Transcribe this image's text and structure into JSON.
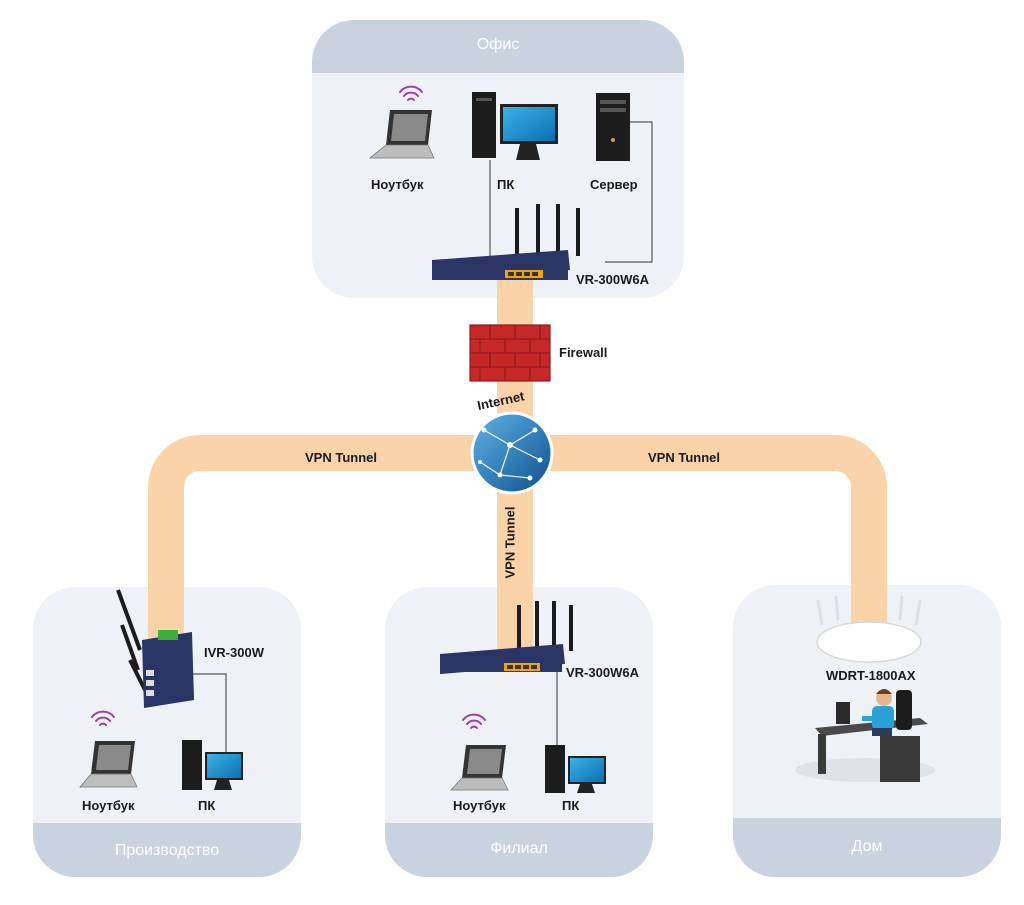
{
  "sites": {
    "office": {
      "title": "Офис",
      "laptop_label": "Ноутбук",
      "pc_label": "ПК",
      "server_label": "Сервер",
      "router_label": "VR-300W6A"
    },
    "production": {
      "title": "Производство",
      "router_label": "IVR-300W",
      "laptop_label": "Ноутбук",
      "pc_label": "ПК"
    },
    "branch": {
      "title": "Филиал",
      "router_label": "VR-300W6A",
      "laptop_label": "Ноутбук",
      "pc_label": "ПК"
    },
    "home": {
      "title": "Дом",
      "router_label": "WDRT-1800AX"
    }
  },
  "center": {
    "firewall_label": "Firewall",
    "internet_label": "Internet"
  },
  "tunnels": {
    "left_label": "VPN Tunnel",
    "right_label": "VPN Tunnel",
    "down_label": "VPN Tunnel"
  },
  "colors": {
    "tunnel": "#fbd3a9",
    "panel": "#eef1f5",
    "panel_header": "#c9d3df",
    "device_navy": "#2a3566",
    "firewall_red": "#c62828"
  }
}
